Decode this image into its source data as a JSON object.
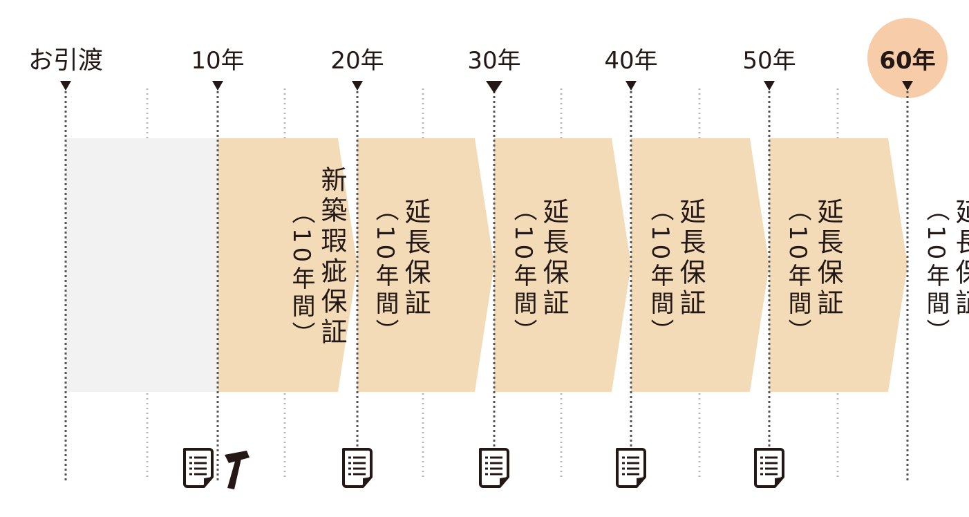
{
  "timeline": {
    "milestones": [
      {
        "label": "お引渡",
        "doc_icon": false,
        "hammer_icon": false,
        "highlight": false
      },
      {
        "label": "10年",
        "doc_icon": true,
        "hammer_icon": true,
        "highlight": false
      },
      {
        "label": "20年",
        "doc_icon": true,
        "hammer_icon": false,
        "highlight": false
      },
      {
        "label": "30年",
        "doc_icon": true,
        "hammer_icon": false,
        "highlight": false
      },
      {
        "label": "40年",
        "doc_icon": true,
        "hammer_icon": false,
        "highlight": false
      },
      {
        "label": "50年",
        "doc_icon": true,
        "hammer_icon": false,
        "highlight": false
      },
      {
        "label": "60年",
        "doc_icon": false,
        "hammer_icon": false,
        "highlight": true
      }
    ],
    "periods": [
      {
        "title": "新築瑕疵保証",
        "duration": "（10年間）",
        "style": "initial"
      },
      {
        "title": "延長保証",
        "duration": "（10年間）",
        "style": "extended"
      },
      {
        "title": "延長保証",
        "duration": "（10年間）",
        "style": "extended"
      },
      {
        "title": "延長保証",
        "duration": "（10年間）",
        "style": "extended"
      },
      {
        "title": "延長保証",
        "duration": "（10年間）",
        "style": "extended"
      },
      {
        "title": "延長保証",
        "duration": "（10年間）",
        "style": "extended"
      }
    ],
    "colors": {
      "initial_fill": "#f2f2f2",
      "extended_fill": "#f3dbb8",
      "highlight_circle": "#f6cda8",
      "line": "#231815",
      "minor_line": "#b8b8b8",
      "text": "#231815"
    },
    "icons": {
      "document": "document-icon",
      "hammer": "hammer-icon",
      "marker": "triangle-marker-icon"
    }
  }
}
